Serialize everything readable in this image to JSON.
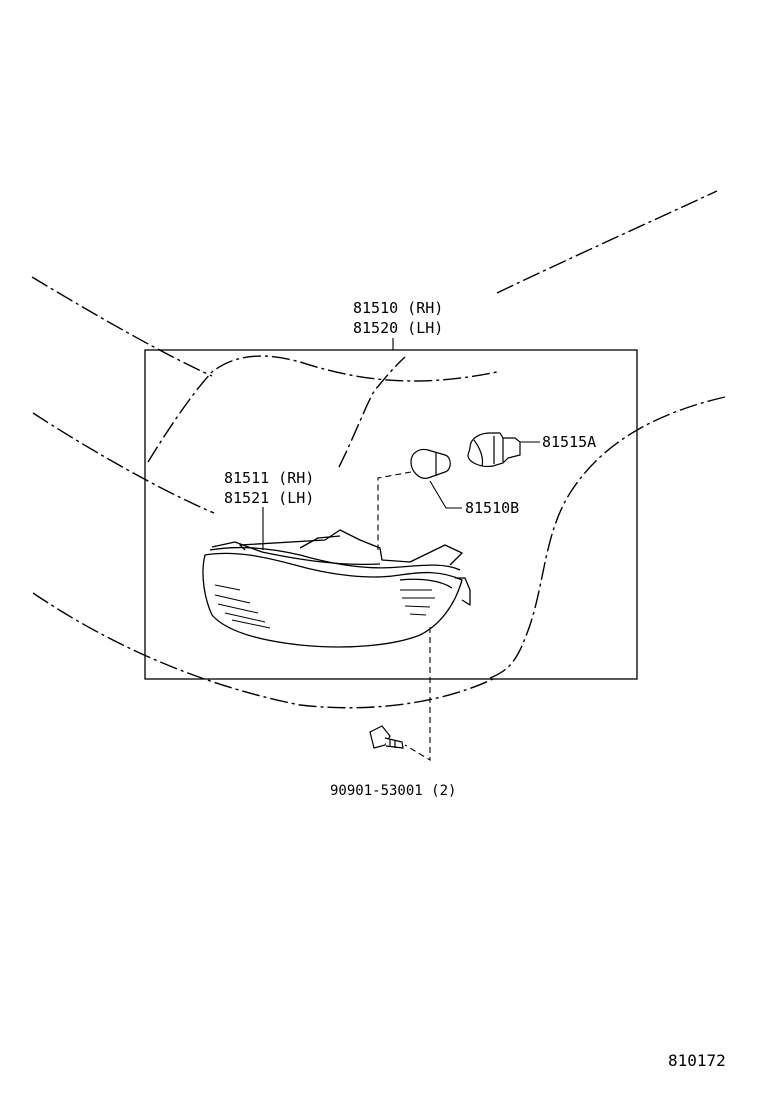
{
  "parts": {
    "lamp_assembly_rh": "81510 (RH)",
    "lamp_assembly_lh": "81520 (LH)",
    "lens_rh": "81511 (RH)",
    "lens_lh": "81521 (LH)",
    "socket": "81515A",
    "bulb": "81510B",
    "screw": "90901-53001 (2)"
  },
  "diagram_code": "810172"
}
